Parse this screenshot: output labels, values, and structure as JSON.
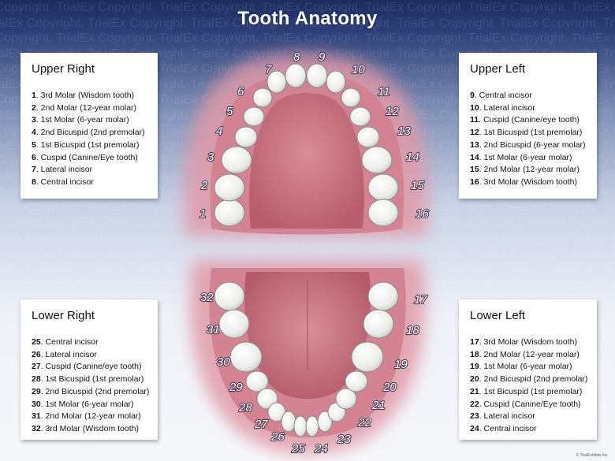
{
  "title": "Tooth Anatomy",
  "watermark_text": "TrialEx Copyright.",
  "footer": "© TrialExhibits Inc.",
  "upper_right": {
    "heading": "Upper Right",
    "items": [
      {
        "num": "1",
        "name": "3rd Molar (Wisdom tooth)"
      },
      {
        "num": "2",
        "name": "2nd Molar (12-year molar)"
      },
      {
        "num": "3",
        "name": "1st Molar (6-year molar)"
      },
      {
        "num": "4",
        "name": "2nd Bicuspid (2nd premolar)"
      },
      {
        "num": "5",
        "name": "1st Bicuspid (1st premolar)"
      },
      {
        "num": "6",
        "name": "Cuspid (Canine/Eye tooth)"
      },
      {
        "num": "7",
        "name": "Lateral incisor"
      },
      {
        "num": "8",
        "name": "Central incisor"
      }
    ]
  },
  "upper_left": {
    "heading": "Upper Left",
    "items": [
      {
        "num": "9",
        "name": "Central incisor"
      },
      {
        "num": "10",
        "name": "Lateral incisor"
      },
      {
        "num": "11",
        "name": "Cuspid (Canine/eye tooth)"
      },
      {
        "num": "12",
        "name": "1st Bicuspid (1st premolar)"
      },
      {
        "num": "13",
        "name": "2nd Bicuspid (6-year molar)"
      },
      {
        "num": "14",
        "name": "1st Molar (6-year molar)"
      },
      {
        "num": "15",
        "name": "2nd Molar (12-year molar)"
      },
      {
        "num": "16",
        "name": "3rd Molar (Wisdom tooth)"
      }
    ]
  },
  "lower_right": {
    "heading": "Lower Right",
    "items": [
      {
        "num": "25",
        "name": "Central incisor"
      },
      {
        "num": "26",
        "name": "Lateral incisor"
      },
      {
        "num": "27",
        "name": "Cuspid (Canine/eye tooth)"
      },
      {
        "num": "28",
        "name": "1st Bicuspid (1st premolar)"
      },
      {
        "num": "29",
        "name": "2nd Bicuspid (2nd premolar)"
      },
      {
        "num": "30",
        "name": "1st Molar (6-year molar)"
      },
      {
        "num": "31",
        "name": "2nd Molar (12-year molar)"
      },
      {
        "num": "32",
        "name": "3rd Molar (Wisdom tooth)"
      }
    ]
  },
  "lower_left": {
    "heading": "Lower Left",
    "items": [
      {
        "num": "17",
        "name": "3rd Molar (Wisdom tooth)"
      },
      {
        "num": "18",
        "name": "2nd Molar (12-year molar)"
      },
      {
        "num": "19",
        "name": "1st Molar (6-year molar)"
      },
      {
        "num": "20",
        "name": "2nd Bicuspid (2nd premolar)"
      },
      {
        "num": "21",
        "name": "1st Bicuspid (1st premolar)"
      },
      {
        "num": "22",
        "name": "Cuspid (Canine/Eye tooth)"
      },
      {
        "num": "23",
        "name": "Lateral incisor"
      },
      {
        "num": "24",
        "name": "Central incisor"
      }
    ]
  },
  "upper_numbers": [
    "1",
    "2",
    "3",
    "4",
    "5",
    "6",
    "7",
    "8",
    "9",
    "10",
    "11",
    "12",
    "13",
    "14",
    "15",
    "16"
  ],
  "lower_numbers": [
    "32",
    "31",
    "30",
    "29",
    "28",
    "27",
    "26",
    "25",
    "24",
    "23",
    "22",
    "21",
    "20",
    "19",
    "18",
    "17"
  ],
  "colors": {
    "background_top": "#1d2c5e",
    "gum": "#d98a9a",
    "tongue": "#c97483",
    "tooth": "#f4f4f2"
  }
}
